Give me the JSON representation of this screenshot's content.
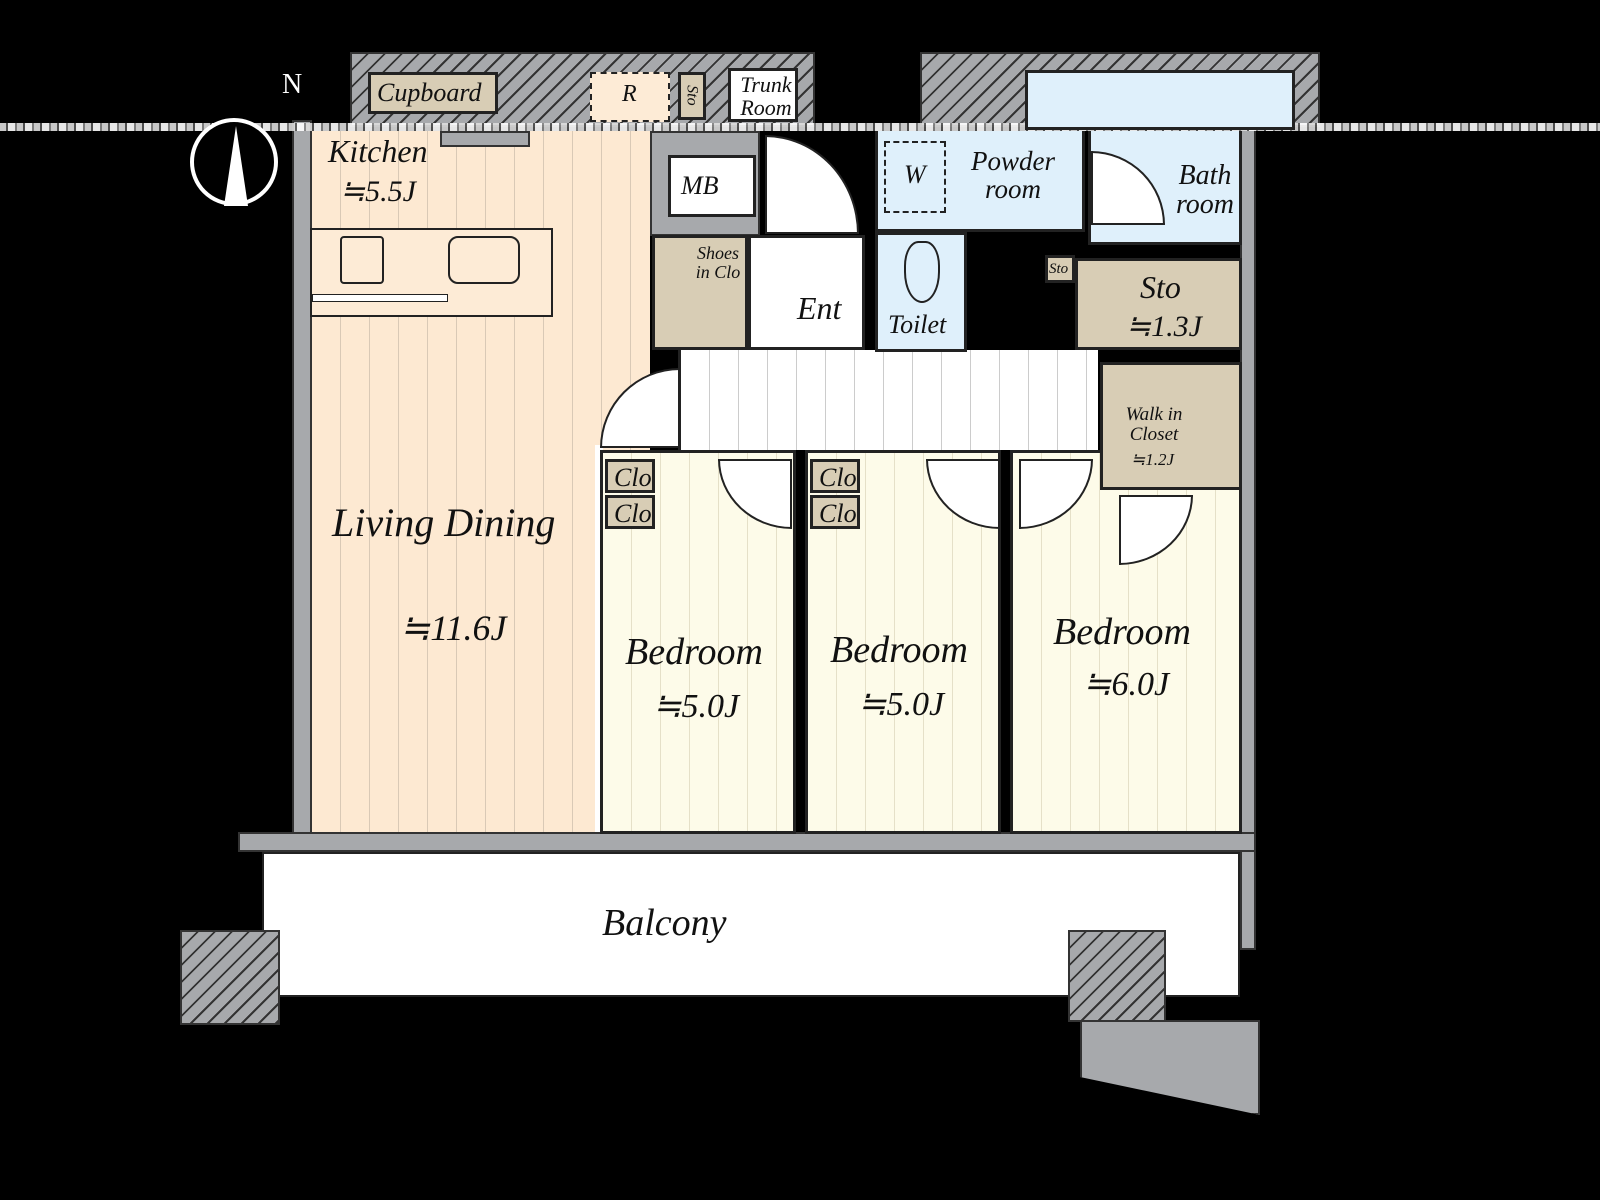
{
  "compass": {
    "label": "N"
  },
  "rooms": {
    "cupboard": "Cupboard",
    "r": "R",
    "sto_small_top": "Sto",
    "trunk_room": "Trunk Room",
    "kitchen": {
      "name": "Kitchen",
      "area": "≒5.5J"
    },
    "mb": "MB",
    "shoes": "Shoes in Clo",
    "ent": "Ent",
    "toilet": "Toilet",
    "w": "W",
    "powder": "Powder room",
    "bath": "Bath room",
    "sto_mini": "Sto",
    "sto": {
      "name": "Sto",
      "area": "≒1.3J"
    },
    "wic": {
      "name": "Walk in Closet",
      "area": "≒1.2J"
    },
    "living": {
      "name": "Living Dining",
      "area": "≒11.6J"
    },
    "clo": "Clo",
    "bedroom1": {
      "name": "Bedroom",
      "area": "≒5.0J"
    },
    "bedroom2": {
      "name": "Bedroom",
      "area": "≒5.0J"
    },
    "bedroom3": {
      "name": "Bedroom",
      "area": "≒6.0J"
    },
    "balcony": "Balcony"
  }
}
